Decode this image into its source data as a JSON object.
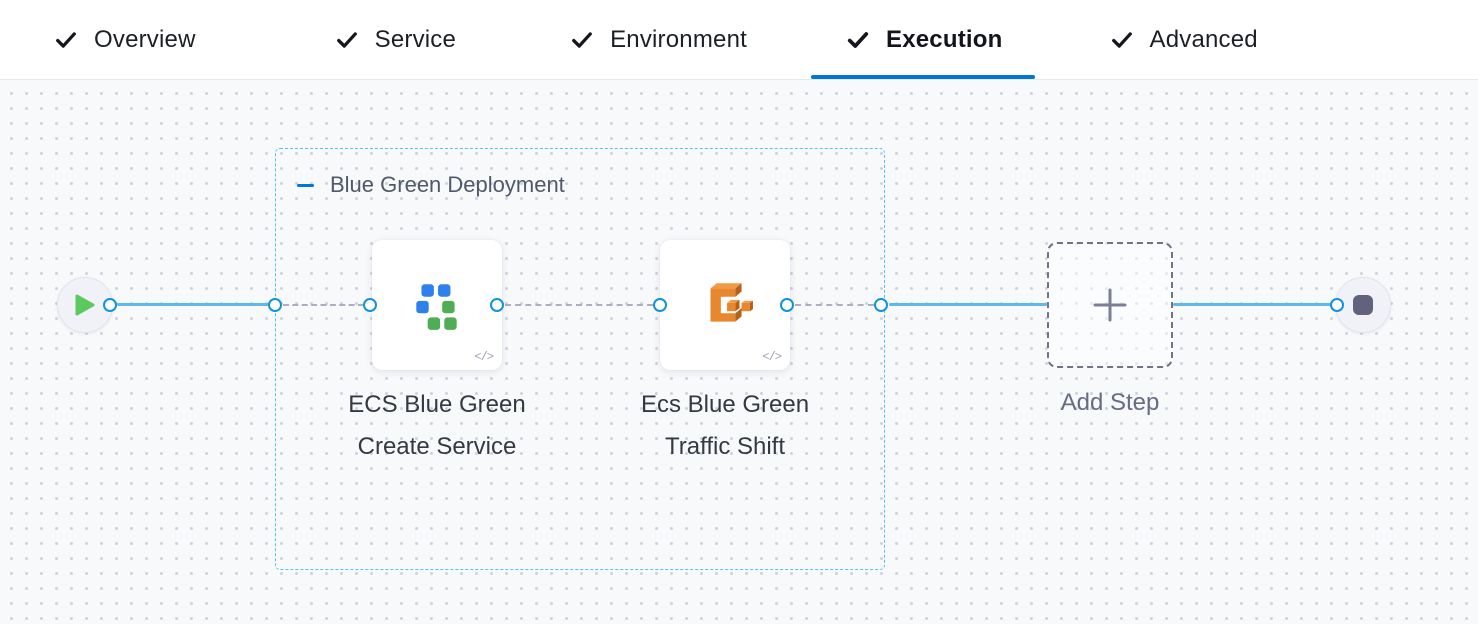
{
  "tab_bar": {
    "tabs": [
      {
        "label": "Overview",
        "completed": true,
        "active": false
      },
      {
        "label": "Service",
        "completed": true,
        "active": false
      },
      {
        "label": "Environment",
        "completed": true,
        "active": false
      },
      {
        "label": "Execution",
        "completed": true,
        "active": true
      },
      {
        "label": "Advanced",
        "completed": true,
        "active": false
      }
    ]
  },
  "canvas": {
    "group": {
      "label": "Blue Green Deployment"
    },
    "steps": [
      {
        "label": "ECS Blue Green Create Service",
        "icon": "blue-green-service-icon",
        "code_badge": "</>"
      },
      {
        "label": "Ecs Blue Green Traffic Shift",
        "icon": "aws-ecs-icon",
        "code_badge": "</>"
      }
    ],
    "add_step": {
      "label": "Add Step"
    },
    "start_node": {
      "icon": "play-icon"
    },
    "end_node": {
      "icon": "stop-icon"
    }
  },
  "colors": {
    "accent_blue": "#0278d5",
    "connector_blue": "#5fb8ea",
    "port_blue": "#0f93e0",
    "group_border_blue": "#55c1ef",
    "play_green": "#5bc95f",
    "aws_orange": "#e8872e",
    "canvas_bg": "#f8f9fb"
  }
}
